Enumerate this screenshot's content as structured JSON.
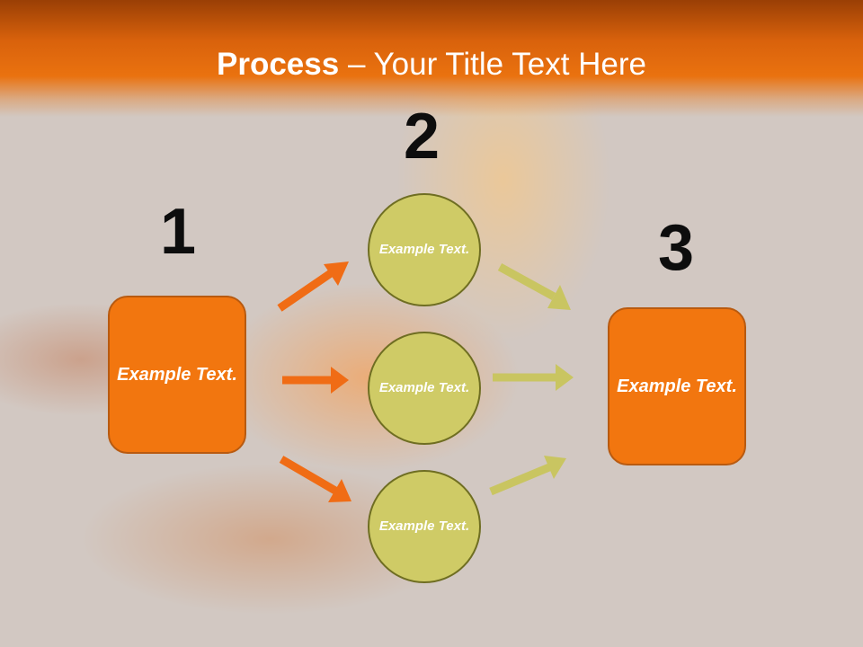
{
  "header": {
    "title_bold": "Process",
    "title_rest": " – Your Title Text Here"
  },
  "steps": {
    "one": {
      "number": "1",
      "text": "Example Text."
    },
    "two": {
      "number": "2",
      "circles": [
        "Example Text.",
        "Example Text.",
        "Example Text."
      ]
    },
    "three": {
      "number": "3",
      "text": "Example Text."
    }
  },
  "colors": {
    "header": "#ea720f",
    "box_fill": "#f2760f",
    "circle_fill": "#cfcb66",
    "arrow_orange": "#f06c15",
    "arrow_olive": "#c9c561"
  }
}
